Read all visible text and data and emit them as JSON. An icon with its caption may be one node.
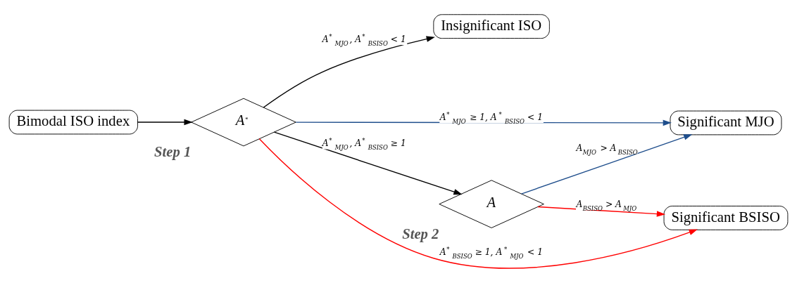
{
  "diagram": {
    "nodes": [
      {
        "text": [
          "Bimodal ISO index"
        ]
      },
      {
        "text": [
          "A$^{*}$"
        ],
        "beside": [
          "Step 1"
        ]
      },
      {
        "text": [
          "Insignificant ISO"
        ]
      },
      {
        "text": [
          "A"
        ],
        "beside": [
          "Step 2"
        ]
      },
      {
        "text": [
          "Significant MJO"
        ]
      },
      {
        "text": [
          "Significant BSISO"
        ]
      }
    ],
    "edges": [
      {
        "from": 0,
        "to": 1,
        "arrow": "to"
      },
      {
        "from": 1,
        "to": 2,
        "arrow": "to",
        "label": "A$^{*}$$_{MJO}$, A$^{*}$$_{BSISO}$ < 1"
      },
      {
        "from": 1,
        "to": 3,
        "arrow": "to",
        "label": "A$^{*}$$_{MJO}$, A$^{*}$$_{BSISO}$ ≥ 1"
      },
      {
        "from": 1,
        "to": 4,
        "arrow": "to",
        "color": "#1f4e8c",
        "label": "A$^{*}$$_{MJO}$ ≥ 1, A$^{*}$$_{BSISO}$ < 1"
      },
      {
        "from": 1,
        "to": 5,
        "arrow": "to",
        "color": "#ff0000",
        "label": "A$^{*}$$_{BSISO}$ ≥ 1, A$^{*}$$_{MJO}$ < 1"
      },
      {
        "from": 3,
        "to": 4,
        "arrow": "to",
        "color": "#1f4e8c",
        "label": "A$_{MJO}$ > A$_{BSISO}$"
      },
      {
        "from": 3,
        "to": 5,
        "arrow": "to",
        "color": "#ff0000",
        "label": "A$_{BSISO}$ > A$_{MJO}$"
      }
    ]
  }
}
